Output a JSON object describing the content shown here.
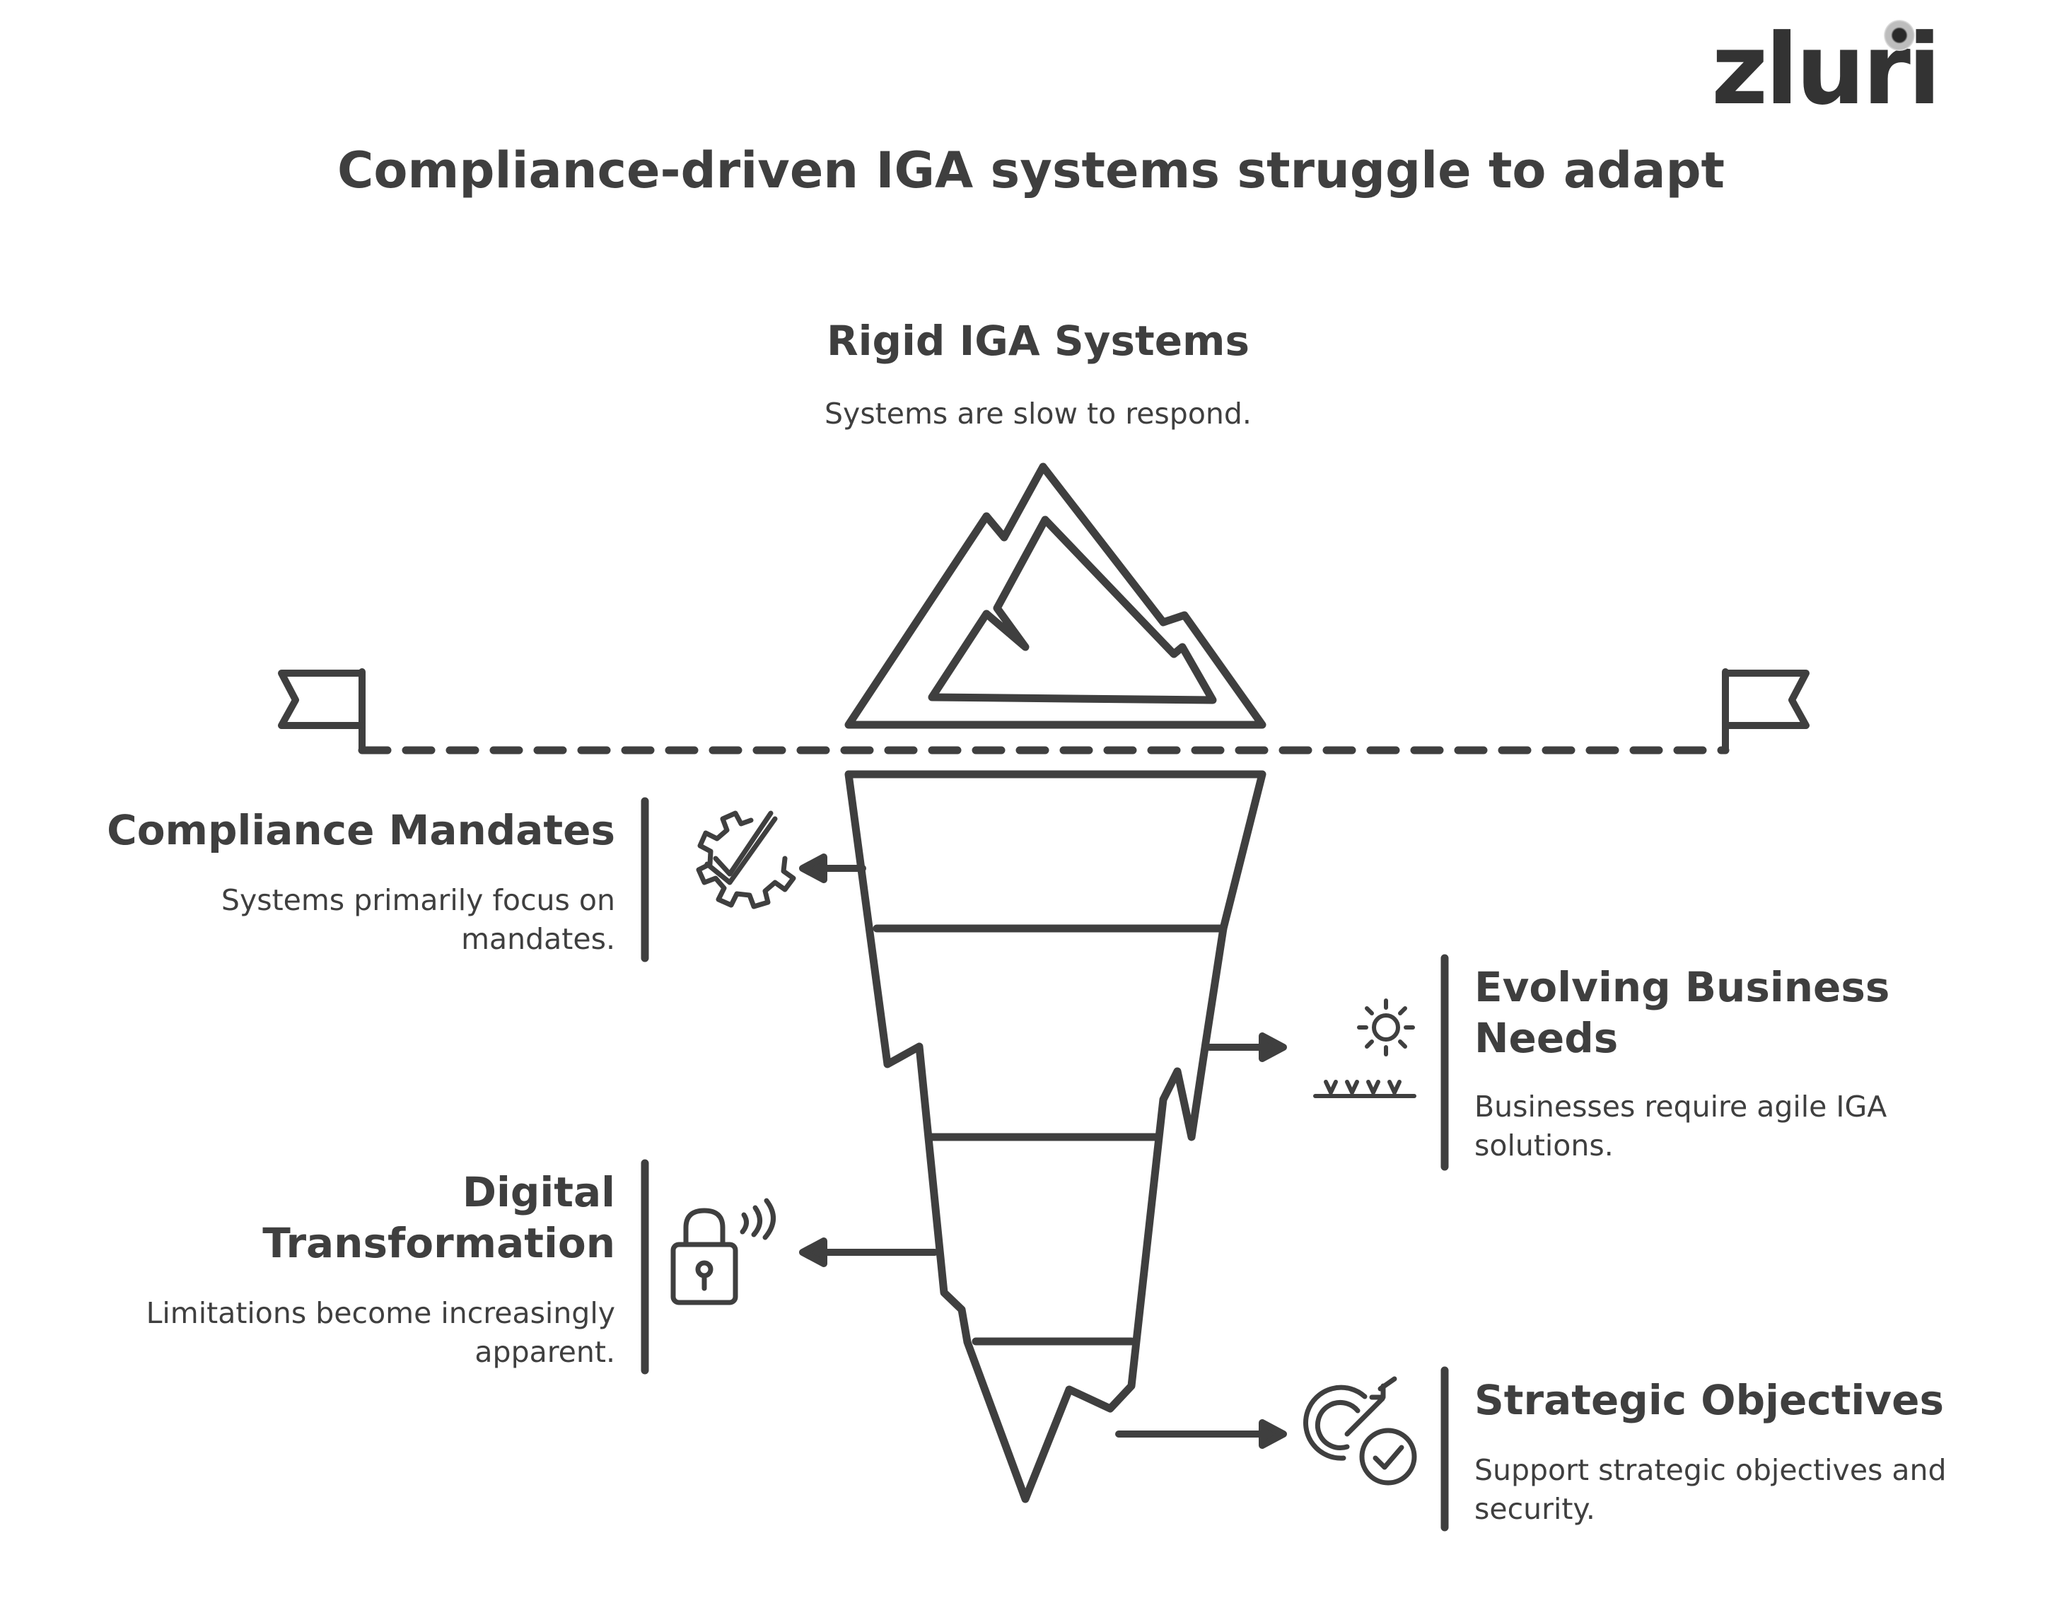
{
  "brand": {
    "logo_text": "zluri"
  },
  "title": "Compliance-driven IGA systems struggle to adapt",
  "top": {
    "heading": "Rigid IGA Systems",
    "description": "Systems are slow to respond."
  },
  "left_items": [
    {
      "heading": "Compliance Mandates",
      "description": "Systems primarily focus on mandates.",
      "icon": "gear-check-icon"
    },
    {
      "heading": "Digital Transformation",
      "description": "Limitations become increasingly apparent.",
      "icon": "wireless-lock-icon"
    }
  ],
  "right_items": [
    {
      "heading": "Evolving Business Needs",
      "description": "Businesses require agile IGA solutions.",
      "icon": "sun-grass-icon"
    },
    {
      "heading": "Strategic Objectives",
      "description": "Support strategic objectives and security.",
      "icon": "target-check-icon"
    }
  ],
  "colors": {
    "ink": "#3f3f3f",
    "background": "#ffffff"
  }
}
